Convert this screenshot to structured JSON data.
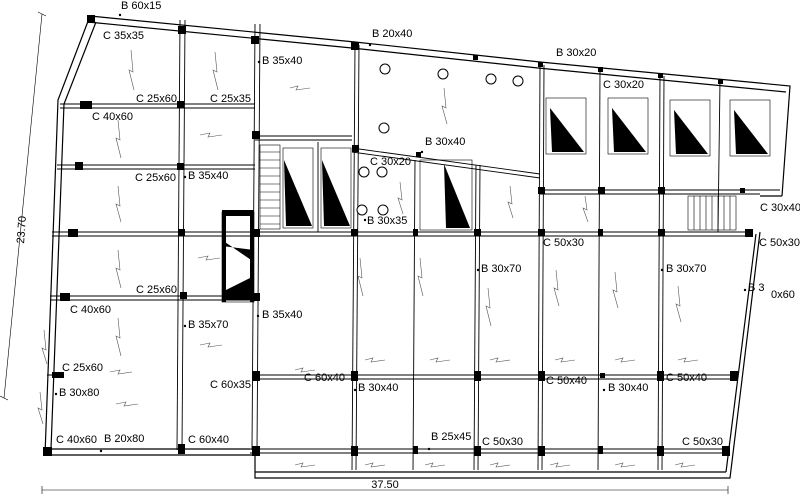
{
  "plan": {
    "dimensions": {
      "height": "23.70",
      "width": "37.50"
    },
    "labels": [
      "B 60x15",
      "C  35x35",
      "B 20x40",
      "B 30x20",
      "B 35x40",
      "C 25x60",
      "C 25x35",
      "C 30x20",
      "C 40x60",
      "B 30x40",
      "C 30x20",
      "C 25x60",
      "B 35x40",
      "B 30x35",
      "C 30x40",
      "C 50x30",
      "C 50x30",
      "B 30x70",
      "B 30x70",
      "C 25x60",
      "B 3",
      "0x60",
      "C 40x60",
      "B 35x40",
      "B 35x70",
      "C 25x60",
      "C 60x40",
      "C 50x40",
      "C 50x40",
      "C 60x35",
      "B 30x40",
      "B 30x40",
      "B 30x80",
      "C 40x60",
      "B 20x80",
      "C 60x40",
      "B 25x45",
      "C 50x30",
      "C 50x30"
    ]
  }
}
